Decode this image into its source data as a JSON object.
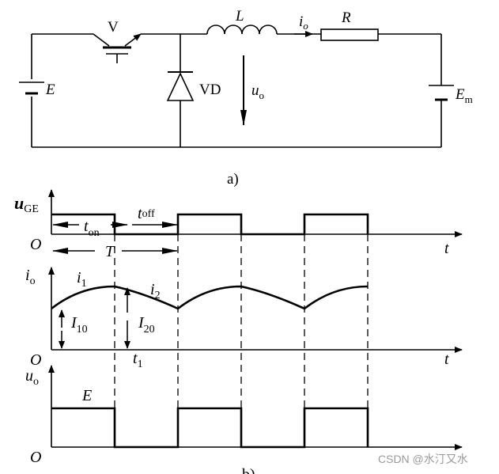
{
  "circuit": {
    "source_E": {
      "sym": "E"
    },
    "transistor": "V",
    "diode": "VD",
    "inductor": "L",
    "current": {
      "sym": "i",
      "sub": "o"
    },
    "resistor": "R",
    "voltage": {
      "sym": "u",
      "sub": "o"
    },
    "emf": {
      "sym": "E",
      "sub": "m"
    },
    "caption": "a)"
  },
  "waveforms": {
    "caption": "b)",
    "t": "t",
    "origin": "O",
    "uGE": {
      "sym": "u",
      "sub": "GE"
    },
    "io": {
      "sym": "i",
      "sub": "o"
    },
    "uo": {
      "sym": "u",
      "sub": "o"
    },
    "ton": {
      "sym": "t",
      "sub": "on"
    },
    "toff": {
      "sym": "t",
      "sub": "off"
    },
    "T": "T",
    "i1": {
      "sym": "i",
      "sub": "1"
    },
    "i2": {
      "sym": "i",
      "sub": "2"
    },
    "I10": {
      "sym": "I",
      "sub": "10"
    },
    "I20": {
      "sym": "I",
      "sub": "20"
    },
    "t1": {
      "sym": "t",
      "sub": "1"
    },
    "E": "E",
    "duty_on": 0.5,
    "periods_shown": 2.5
  },
  "watermark": "CSDN @水汀又水"
}
